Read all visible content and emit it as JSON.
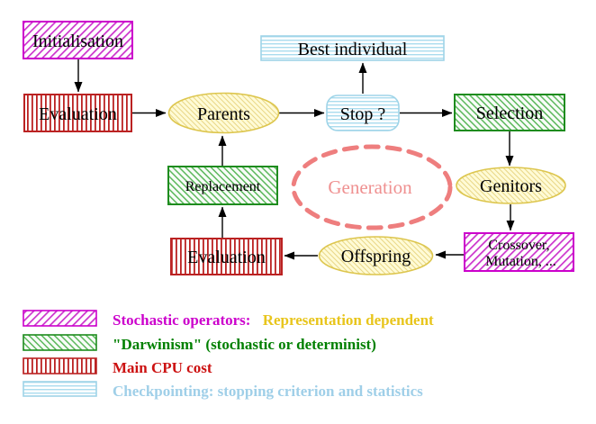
{
  "nodes": {
    "initialisation": {
      "label": "Initialisation",
      "style": "stochastic-operator"
    },
    "evaluation_top": {
      "label": "Evaluation",
      "style": "main-cpu-cost"
    },
    "best_individual": {
      "label": "Best individual",
      "style": "checkpointing"
    },
    "stop": {
      "label": "Stop ?",
      "style": "checkpointing"
    },
    "selection": {
      "label": "Selection",
      "style": "darwinism"
    },
    "parents": {
      "label": "Parents",
      "style": "population"
    },
    "replacement": {
      "label": "Replacement",
      "style": "darwinism"
    },
    "generation": {
      "label": "Generation",
      "style": "dashed-loop"
    },
    "genitors": {
      "label": "Genitors",
      "style": "population"
    },
    "evaluation_bottom": {
      "label": "Evaluation",
      "style": "main-cpu-cost"
    },
    "offspring": {
      "label": "Offspring",
      "style": "population"
    },
    "crossover": {
      "label_line1": "Crossover,",
      "label_line2": "Mutation, ...",
      "style": "stochastic-operator"
    }
  },
  "edges": [
    "initialisation-to-evaluation",
    "evaluation-to-parents",
    "parents-to-stop",
    "stop-to-best-individual",
    "stop-to-selection",
    "selection-to-genitors",
    "genitors-to-crossover",
    "crossover-to-offspring",
    "offspring-to-evaluation",
    "evaluation-to-replacement",
    "replacement-to-parents"
  ],
  "legend": [
    {
      "swatch": "magenta-diagonal-hatch",
      "label": "Stochastic operators:",
      "label2": "Representation dependent",
      "color": "#cc00cc",
      "color2": "#e8c51c"
    },
    {
      "swatch": "green-diagonal-hatch",
      "label": "\"Darwinism\" (stochastic or determinist)",
      "color": "#008000"
    },
    {
      "swatch": "red-vertical-stripes",
      "label": "Main CPU cost",
      "color": "#cc1111"
    },
    {
      "swatch": "cyan-horizontal-stripes",
      "label": "Checkpointing: stopping criterion and statistics",
      "color": "#9fcfe8"
    }
  ],
  "colors": {
    "magenta": "#cc00cc",
    "magenta_hatch": "#cc33cc",
    "red": "#bb2222",
    "green": "#1e8c1e",
    "green_hatch": "#5cb85c",
    "cyan": "#9fd4e8",
    "cyan_stripe": "#aadcee",
    "yellow_border": "#ddc64e",
    "yellow_fill": "#fffbd6",
    "yellow_hatch": "#e8d685",
    "salmon": "#ee7e7e",
    "salmon_text": "#ef9090",
    "black": "#000000"
  }
}
